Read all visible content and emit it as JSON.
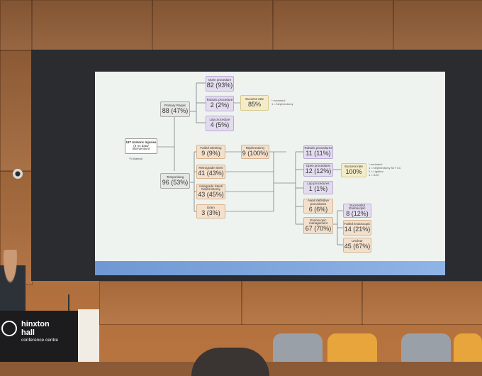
{
  "venue": {
    "name_line1": "hinxton",
    "name_line2": "hall",
    "subtitle": "conference centre"
  },
  "slide": {
    "start": {
      "line1": "187 Ureteric Injuries",
      "line2": "(3 no data/",
      "line3": "intervention)"
    },
    "start_note": "*3 bilateral",
    "primary_repair": {
      "label": "Primary Repair",
      "value": "88 (47%)"
    },
    "temporising": {
      "label": "Temporising",
      "value": "96 (53%)"
    },
    "primary_branches": [
      {
        "label": "Open procedure",
        "value": "82 (93%)"
      },
      {
        "label": "Robotic procedure",
        "value": "2 (2%)"
      },
      {
        "label": "Lap procedure",
        "value": "4 (5%)"
      }
    ],
    "success_rate_1": {
      "label": "Success rate",
      "value": "85%"
    },
    "note_1": "* excluded:\n1 = Nephrectomy",
    "temporising_branches": [
      {
        "label": "Failed Stenting",
        "value": "9 (9%)"
      },
      {
        "label": "Retrograde Stent",
        "value": "41 (43%)"
      },
      {
        "label": "Antegrade Stent/ Nephrostomy",
        "value": "43 (45%)"
      },
      {
        "label": "Drain",
        "value": "3 (3%)"
      }
    ],
    "nephrostomy": {
      "label": "Nephrostomy",
      "value": "9 (100%)"
    },
    "definitive": [
      {
        "label": "Robotic procedures",
        "value": "11 (11%)"
      },
      {
        "label": "Open procedures",
        "value": "12 (12%)"
      },
      {
        "label": "Lap procedures",
        "value": "1 (1%)"
      },
      {
        "label": "Await definitive procedures",
        "value": "6 (6%)"
      },
      {
        "label": "Endoscopic management",
        "value": "67 (70%)"
      }
    ],
    "success_rate_2": {
      "label": "Success rate",
      "value": "100%"
    },
    "note_2": "* excluded:\n1 = Nephrectomy for TCC\n2 = Ligation\n1 = IUVI",
    "endoscopic": [
      {
        "label": "Successful Endoscopic",
        "value": "8 (12%)"
      },
      {
        "label": "Failed Endoscopic",
        "value": "14 (21%)"
      },
      {
        "label": "Unclear",
        "value": "45 (67%)"
      }
    ]
  },
  "colors": {
    "procedure": "#e3dcef",
    "temporising": "#f3e0cc",
    "success": "#f4ecc8",
    "slide_footer": "#7ea6dc"
  }
}
